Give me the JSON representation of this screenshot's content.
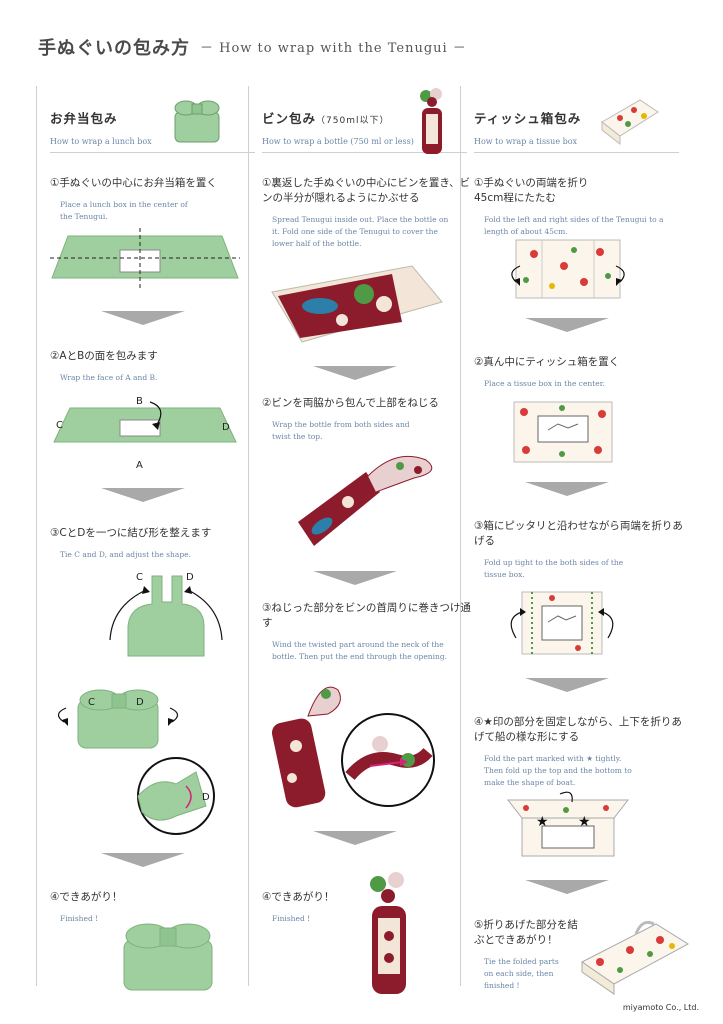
{
  "header": {
    "title": "手ぬぐいの包み方",
    "subtitle": "－ How to wrap with the Tenugui －"
  },
  "columns": [
    {
      "title": "お弁当包み",
      "title_small": "",
      "subtitle": "How to wrap a lunch box",
      "steps": [
        {
          "jp": "①手ぬぐいの中心にお弁当箱を置く",
          "en": "Place a lunch box in the center of the Tenugui."
        },
        {
          "jp": "②AとBの面を包みます",
          "en": "Wrap the face of A and B."
        },
        {
          "jp": "③CとDを一つに結び形を整えます",
          "en": "Tie C and D, and adjust the shape."
        },
        {
          "jp": "④できあがり！",
          "en": "Finished !"
        }
      ],
      "labels": {
        "a": "A",
        "b": "B",
        "c": "C",
        "d": "D"
      }
    },
    {
      "title": "ビン包み",
      "title_small": "（750ml以下）",
      "subtitle": "How to wrap a bottle (750 ml or less)",
      "steps": [
        {
          "jp": "①裏返した手ぬぐいの中心にビンを置き、ビンの半分が隠れるようにかぶせる",
          "en": "Spread Tenugui inside out. Place the bottle on it. Fold one side of the Tenugui to cover the lower half of the bottle."
        },
        {
          "jp": "②ビンを両脇から包んで上部をねじる",
          "en": "Wrap the bottle from both sides and twist the top."
        },
        {
          "jp": "③ねじった部分をビンの首周りに巻きつけ通す",
          "en": "Wind the twisted part around the neck of the bottle. Then put the end through the opening."
        },
        {
          "jp": "④できあがり！",
          "en": "Finished !"
        }
      ]
    },
    {
      "title": "ティッシュ箱包み",
      "title_small": "",
      "subtitle": "How to wrap a tissue box",
      "steps": [
        {
          "jp": "①手ぬぐいの両端を折り 45cm程にたたむ",
          "en": "Fold the left and right sides of the Tenugui to a length of about 45cm."
        },
        {
          "jp": "②真ん中にティッシュ箱を置く",
          "en": "Place a tissue box in the center."
        },
        {
          "jp": "③箱にピッタリと沿わせながら両端を折りあげる",
          "en": "Fold up tight to the both sides of the tissue box."
        },
        {
          "jp": "④★印の部分を固定しながら、上下を折りあげて船の様な形にする",
          "en": "Fold the part marked with ★ tightly. Then fold up the top and the bottom to make the shape of boat."
        },
        {
          "jp": "⑤折りあげた部分を結ぶとできあがり！",
          "en": "Tie the folded parts on each side, then finished !"
        }
      ]
    }
  ],
  "footer": {
    "credit": "miyamoto Co., Ltd."
  },
  "colors": {
    "cloth_green": "#9fcf9f",
    "cloth_green_dark": "#7fb27f",
    "arrow_gray": "#a9a9a9",
    "wine_red": "#8c1b2c",
    "berry_red": "#d93a3a",
    "leaf_green": "#4f9a45",
    "caption_blue": "#6b86a6"
  }
}
